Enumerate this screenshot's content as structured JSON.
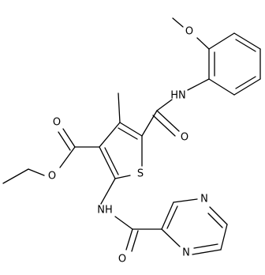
{
  "atoms": {
    "o_methoxy": "O",
    "nh_amide_right": "HN",
    "o_amide_right": "O",
    "o_ester_carbonyl": "O",
    "o_ester_ether": "O",
    "s_ring": "S",
    "nh_amide_bottom": "NH",
    "n_pyrazine_top": "N",
    "n_pyrazine_bottom": "N",
    "o_amide_bottom": "O"
  },
  "colors": {
    "bond": "#000000",
    "atom_text": "#000000",
    "background": "#ffffff"
  }
}
